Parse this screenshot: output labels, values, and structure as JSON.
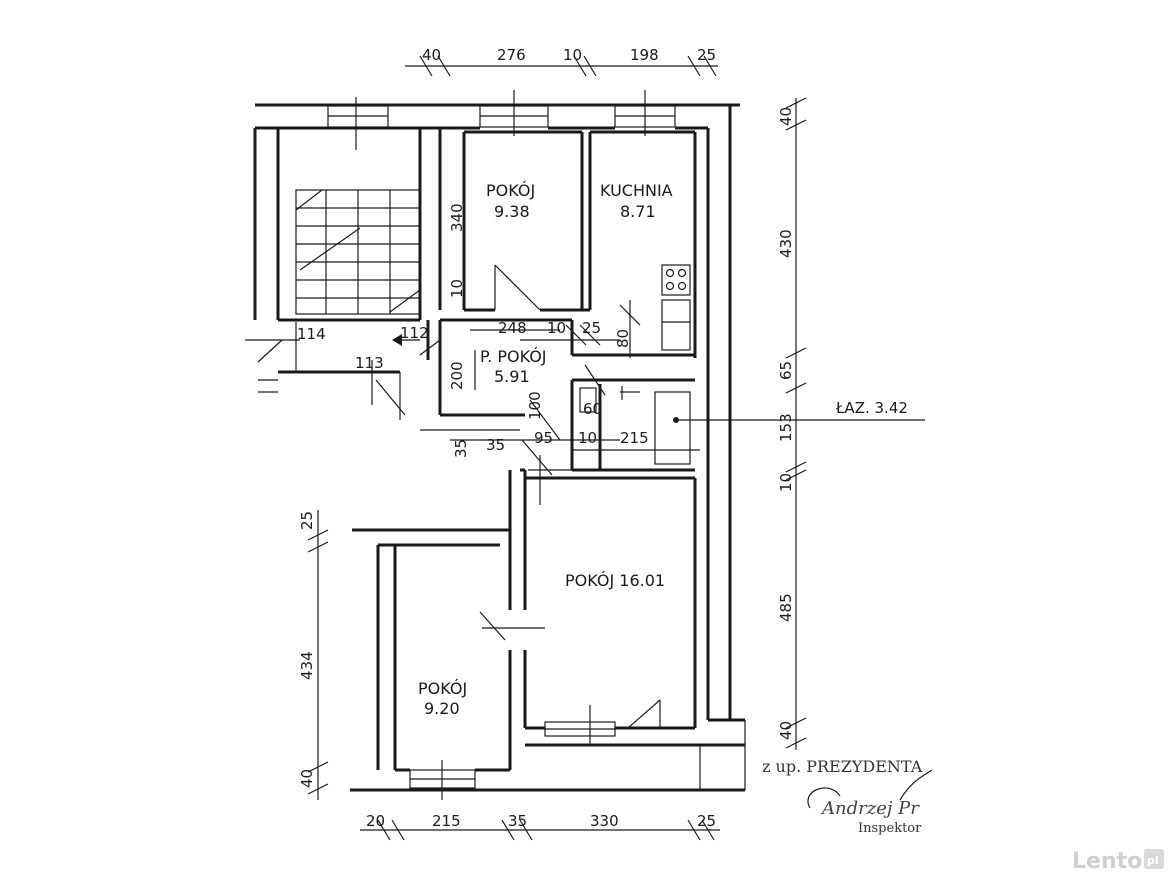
{
  "dimensions": {
    "top": [
      "40",
      "276",
      "10",
      "198",
      "25"
    ],
    "right": [
      "40",
      "430",
      "65",
      "153",
      "10",
      "485",
      "40"
    ],
    "left": [
      "25",
      "434",
      "40"
    ],
    "bottom": [
      "20",
      "215",
      "35",
      "330",
      "25"
    ],
    "inner": {
      "d340": "340",
      "d10a": "10",
      "d248": "248",
      "d10b": "10",
      "d25": "25",
      "d80": "80",
      "d200": "200",
      "d100": "100",
      "d60": "60",
      "d35a": "35",
      "d35b": "35",
      "d95": "95",
      "d10c": "10",
      "d215": "215"
    }
  },
  "rooms": {
    "pokoj1": {
      "name": "POKÓJ",
      "area": "9.38"
    },
    "kuchnia": {
      "name": "KUCHNIA",
      "area": "8.71"
    },
    "przedpokoj": {
      "name": "P. POKÓJ",
      "area": "5.91"
    },
    "pokoj2": {
      "label": "POKÓJ 16.01"
    },
    "pokoj3": {
      "name": "POKÓJ",
      "area": "9.20"
    }
  },
  "labels": {
    "lazienka": "ŁAZ. 3.42",
    "stair114": "114",
    "stair112": "112",
    "stair113": "113"
  },
  "stamp": {
    "line1": "z up. PREZYDENTA",
    "signature": "Andrzej Pr",
    "role": "Inspektor"
  },
  "watermark": {
    "brand": "Lento",
    "tld": "pl"
  }
}
